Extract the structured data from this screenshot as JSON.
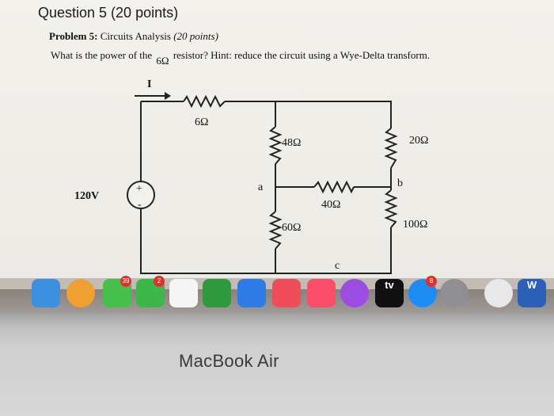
{
  "page": {
    "heading": "Question 5 (20 points)",
    "problem_label": "Problem 5:",
    "problem_title": "Circuits Analysis",
    "problem_points": "(20 points)",
    "question_before": "What is the power of the",
    "question_ohm": "6Ω",
    "question_after": "resistor? Hint: reduce the circuit using a Wye-Delta transform."
  },
  "circuit": {
    "current_label": "I",
    "source_label": "120V",
    "source_plus": "+",
    "source_minus": "-",
    "r6": "6Ω",
    "r48": "48Ω",
    "r20": "20Ω",
    "r40": "40Ω",
    "r60": "60Ω",
    "r100": "100Ω",
    "node_a": "a",
    "node_b": "b",
    "node_c": "c"
  },
  "dock": {
    "items": [
      {
        "name": "finder-icon",
        "color": "#3d8fe0"
      },
      {
        "name": "photos-icon",
        "color": "#f0a030"
      },
      {
        "name": "messages-icon",
        "color": "#45c04a",
        "badge": "39"
      },
      {
        "name": "facetime-icon",
        "color": "#3cb84a",
        "badge": "2"
      },
      {
        "name": "calendar-icon",
        "color": "#f5f5f5"
      },
      {
        "name": "numbers-icon",
        "color": "#2e9a3c"
      },
      {
        "name": "keynote-icon",
        "color": "#2f7be6"
      },
      {
        "name": "news-icon",
        "color": "#f04d5a"
      },
      {
        "name": "music-icon",
        "color": "#fb4e6a"
      },
      {
        "name": "podcasts-icon",
        "color": "#9c4ce0"
      },
      {
        "name": "apple-tv-icon",
        "color": "#111111",
        "label": "tv"
      },
      {
        "name": "app-store-icon",
        "color": "#1e8cf5",
        "badge": "8"
      },
      {
        "name": "system-preferences-icon",
        "color": "#8e8e93"
      },
      {
        "name": "chrome-icon",
        "color": "#e8e8e8"
      },
      {
        "name": "word-icon",
        "color": "#2b5fb8",
        "label": "W"
      }
    ]
  },
  "device": {
    "brand": "MacBook Air"
  }
}
